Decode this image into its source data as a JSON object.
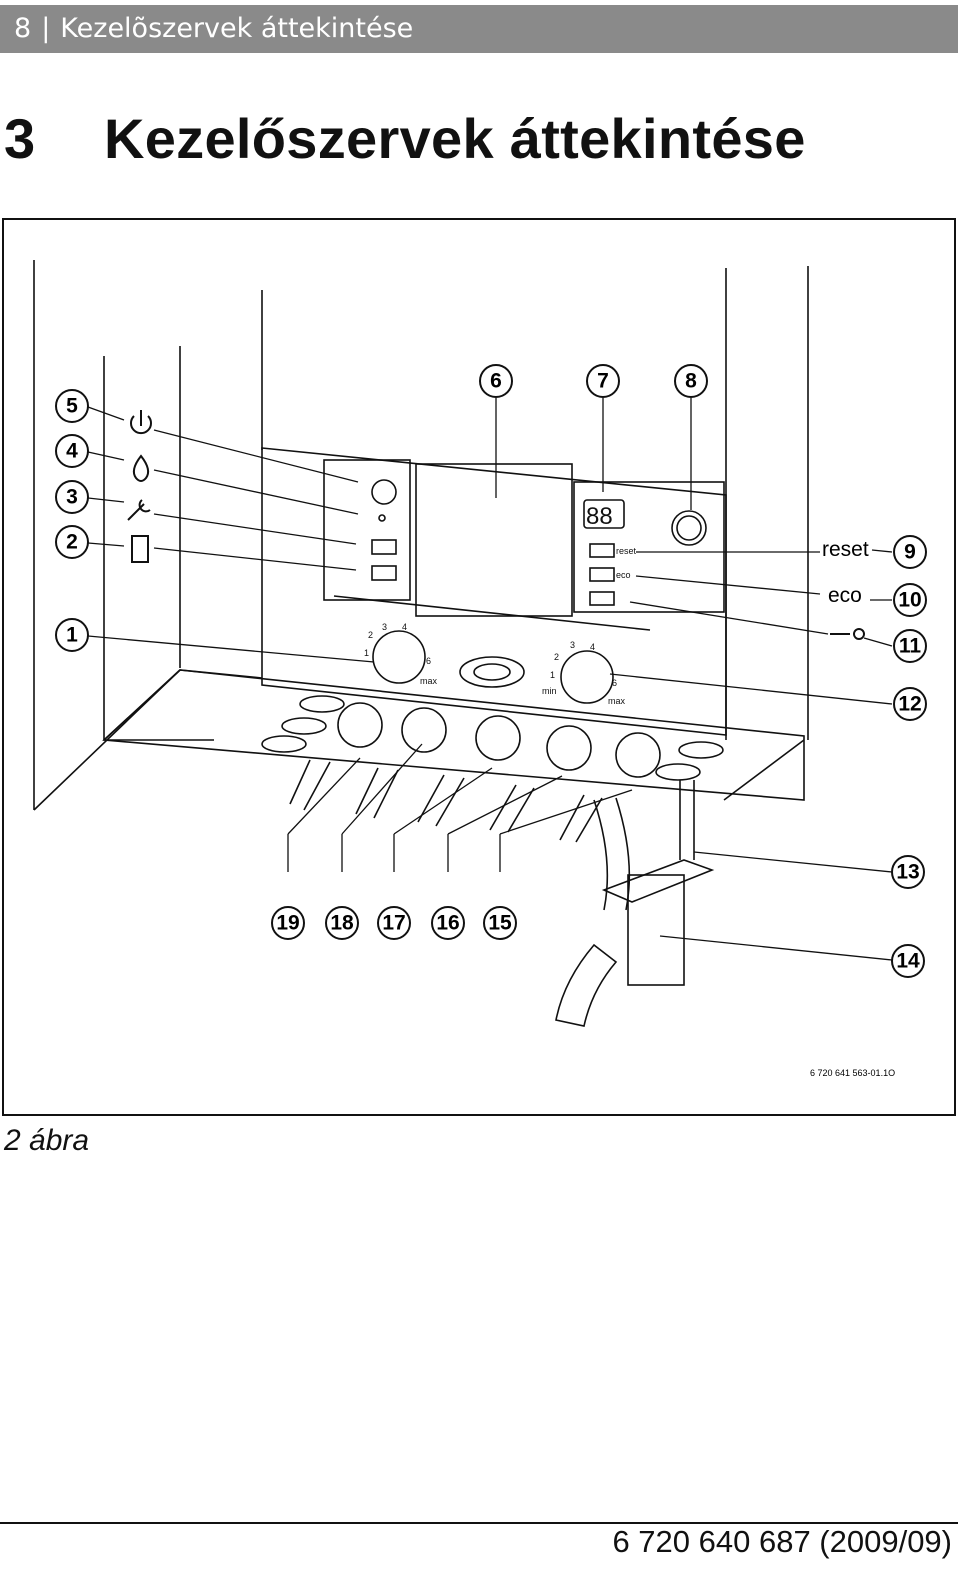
{
  "header": {
    "page_number": "8",
    "separator": "|",
    "running_title": "Kezelõszervek áttekintése"
  },
  "section": {
    "number": "3",
    "title": "Kezelőszervek áttekintése"
  },
  "figure": {
    "callouts": [
      "1",
      "2",
      "3",
      "4",
      "5",
      "6",
      "7",
      "8",
      "9",
      "10",
      "11",
      "12",
      "13",
      "14",
      "15",
      "16",
      "17",
      "18",
      "19"
    ],
    "side_labels": {
      "reset": "reset",
      "eco": "eco"
    },
    "panel_labels": {
      "reset": "reset",
      "eco": "eco",
      "display": "88",
      "max": "max",
      "min": "min"
    },
    "dial_left_scale": [
      "1",
      "2",
      "3",
      "4",
      "6"
    ],
    "dial_right_scale": [
      "1",
      "2",
      "3",
      "4",
      "6"
    ],
    "drawing_number": "6 720 641 563-01.1O"
  },
  "caption": "2 ábra",
  "footer": {
    "document_number": "6 720 640 687 (2009/09)"
  }
}
